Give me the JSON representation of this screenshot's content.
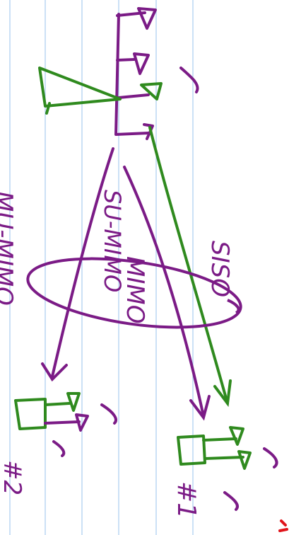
{
  "colors": {
    "page": "#ffffff",
    "ruled_line": "#a9cdf0",
    "purple_ink": "#7b1b86",
    "green_ink": "#2f8a1e",
    "red_ink": "#e0141b"
  },
  "labels": {
    "su_mimo": "SU-MIMO",
    "mimo": "MIMO",
    "siso": "SISO",
    "user1": "#1",
    "user2": "#2",
    "mu_mimo_partial": "MU-MIMO"
  },
  "icons": {
    "base_station": "antenna-array-icon",
    "user_device_1": "antenna-device-icon",
    "user_device_2": "antenna-device-icon",
    "beam": "beam-cone-icon",
    "check_mark": "check-mark-icon"
  }
}
